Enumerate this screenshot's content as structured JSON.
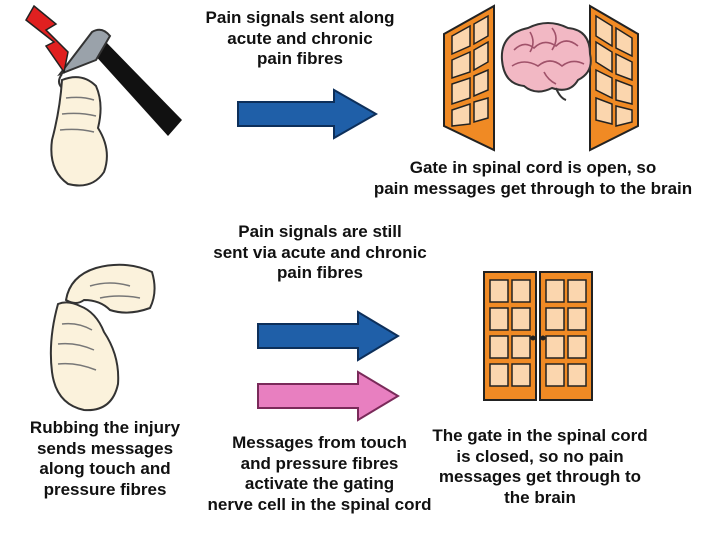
{
  "diagram": {
    "top": {
      "caption_lines": [
        "Pain signals sent along",
        "acute and chronic",
        "pain fibres"
      ],
      "gate_lines": [
        "Gate in spinal cord is open, so",
        "pain messages get through to the brain"
      ]
    },
    "bottom": {
      "caption_lines": [
        "Pain signals are still",
        "sent via acute and chronic",
        "pain fibres"
      ],
      "rub_lines": [
        "Rubbing the injury",
        "sends messages",
        "along touch and",
        "pressure fibres"
      ],
      "touch_lines": [
        "Messages from touch",
        "and pressure fibres",
        "activate the gating",
        "nerve cell in the spinal cord"
      ],
      "gate_lines": [
        "The gate in the spinal cord",
        "is closed, so no pain",
        "messages get through to",
        "the brain"
      ]
    },
    "colors": {
      "pain_arrow": "#1f5fa8",
      "touch_arrow": "#e87fc0",
      "gate": "#f08a24",
      "brain": "#f2b8c4",
      "lightning": "#e02020",
      "skin": "#fbf2dc"
    },
    "icons": [
      "hammer-hand-icon",
      "lightning-icon",
      "brain-icon",
      "open-gate-icon",
      "rubbing-hand-icon",
      "closed-gate-icon"
    ]
  }
}
